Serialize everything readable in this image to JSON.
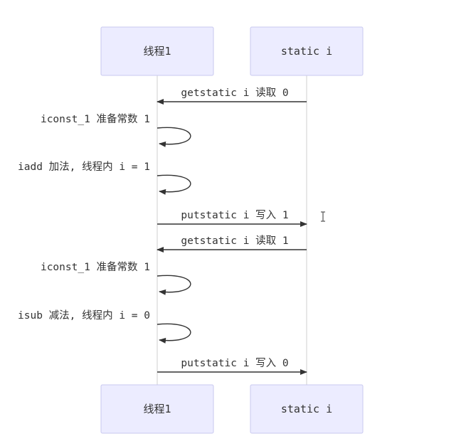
{
  "participants": [
    {
      "id": "thread",
      "label": "线程1"
    },
    {
      "id": "static",
      "label": "static i"
    }
  ],
  "messages": [
    {
      "from": "static",
      "to": "thread",
      "text": "getstatic i 读取 0"
    },
    {
      "from": "thread",
      "to": "thread",
      "text": "iconst_1 准备常数 1"
    },
    {
      "from": "thread",
      "to": "thread",
      "text": "iadd 加法, 线程内 i = 1"
    },
    {
      "from": "thread",
      "to": "static",
      "text": "putstatic i 写入 1"
    },
    {
      "from": "static",
      "to": "thread",
      "text": "getstatic i 读取 1"
    },
    {
      "from": "thread",
      "to": "thread",
      "text": "iconst_1 准备常数 1"
    },
    {
      "from": "thread",
      "to": "thread",
      "text": "isub 减法, 线程内 i = 0"
    },
    {
      "from": "thread",
      "to": "static",
      "text": "putstatic i 写入 0"
    }
  ],
  "colors": {
    "participant_fill": "#ececff",
    "participant_border": "#c9c9ef",
    "line": "#333333",
    "lifeline": "#cfcfcf"
  }
}
